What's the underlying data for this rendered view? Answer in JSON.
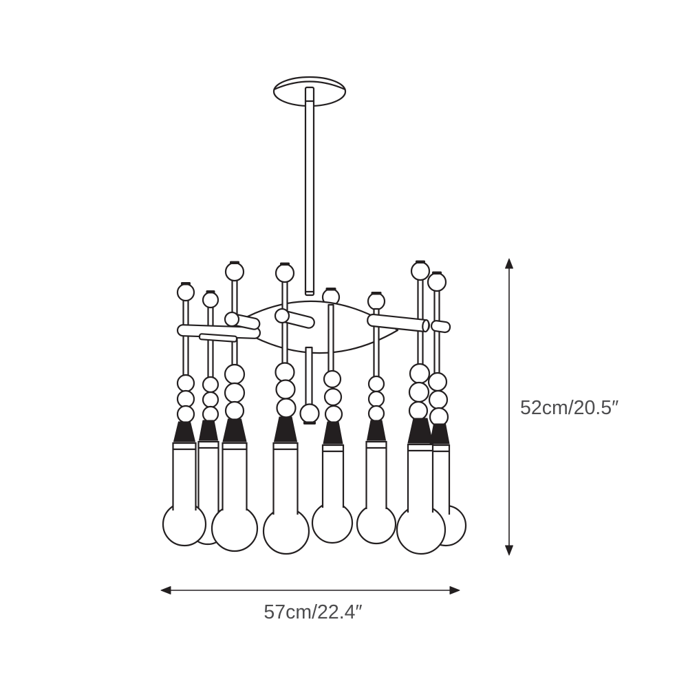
{
  "page": {
    "background": "#ffffff"
  },
  "diagram": {
    "subject": "chandelier-dimension-drawing",
    "line_color": "#231f20",
    "label_color": "#4c4c4e",
    "height_dimension": {
      "label": "52cm/20.5″"
    },
    "width_dimension": {
      "label": "57cm/22.4″"
    }
  }
}
